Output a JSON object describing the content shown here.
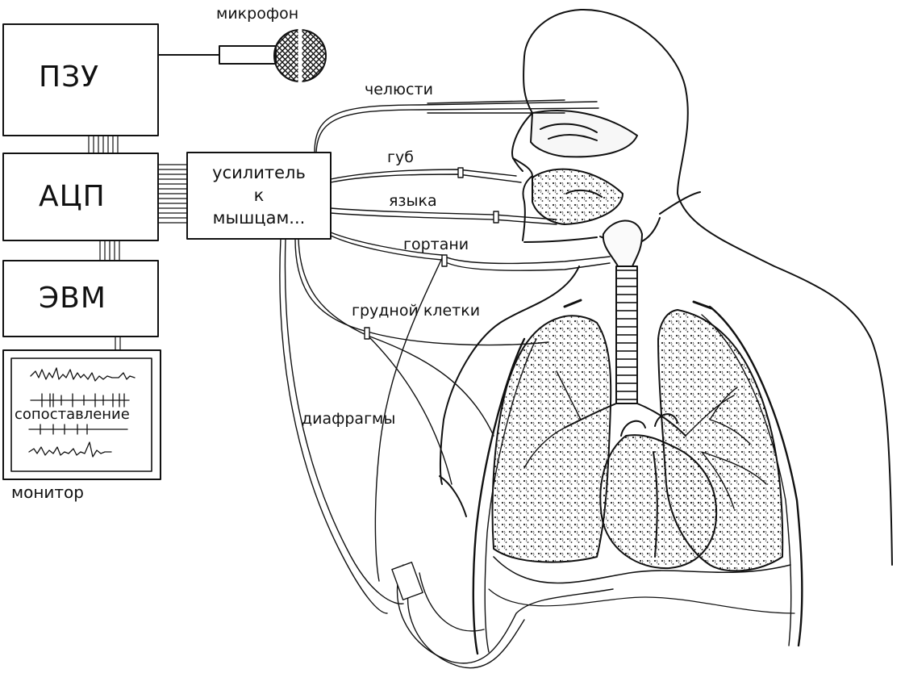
{
  "blocks": {
    "rom": "ПЗУ",
    "adc": "АЦП",
    "computer": "ЭВМ"
  },
  "amplifier": {
    "line1": "усилитель",
    "line2": "к",
    "line3": "мышцам..."
  },
  "monitor": {
    "label": "монитор",
    "screen_text": "сопоставление"
  },
  "microphone": {
    "label": "микрофон"
  },
  "wires": {
    "jaw": "челюсти",
    "lips": "губ",
    "tongue": "языка",
    "larynx": "гортани",
    "chest": "грудной клетки",
    "diaphragm": "диафрагмы"
  },
  "colors": {
    "ink": "#111111",
    "paper": "#ffffff",
    "tissue": "#f6f6f6"
  }
}
